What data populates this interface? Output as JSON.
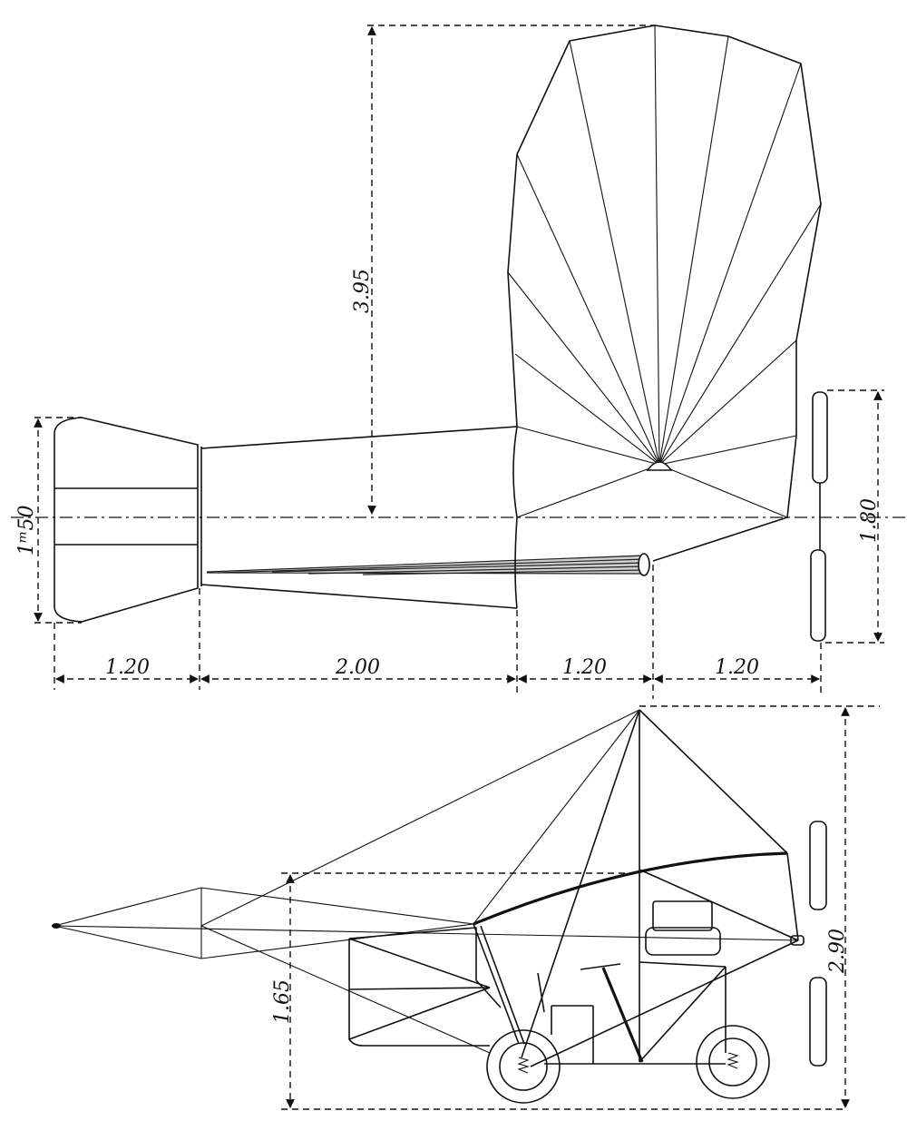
{
  "dimensions": {
    "span": "3.95",
    "tail_width": "1ᵐ50",
    "propeller_width": "1.80",
    "height": "2.90",
    "wing_height": "1.65",
    "seg_tail": "1.20",
    "seg_boom": "2.00",
    "seg_wing": "1.20",
    "seg_nose": "1.20"
  }
}
